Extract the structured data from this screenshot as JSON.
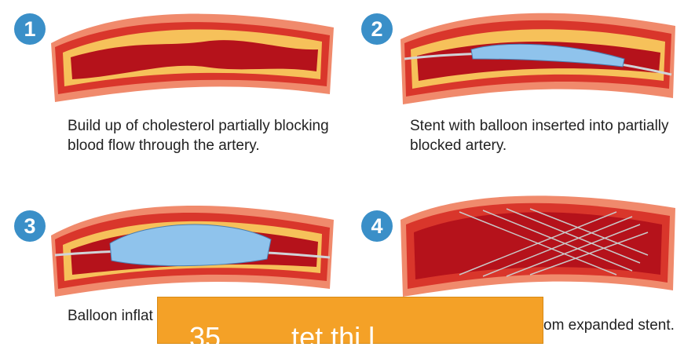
{
  "steps": [
    {
      "number": "1",
      "caption_line1": "Build up of cholesterol partially blocking",
      "caption_line2": "blood flow through the artery."
    },
    {
      "number": "2",
      "caption_line1": "Stent with balloon inserted into partially",
      "caption_line2": "blocked artery."
    },
    {
      "number": "3",
      "caption_line1": "Balloon inflat",
      "caption_line2": ""
    },
    {
      "number": "4",
      "caption_line1": "om expanded stent.",
      "caption_line2": ""
    }
  ],
  "overlay": {
    "text": "35 . . . . tet thi l . . ."
  },
  "colors": {
    "badge": "#3a8fc8",
    "artery_wall": "#d9362b",
    "artery_outer": "#f08a6c",
    "plaque": "#f6c15a",
    "lumen": "#b5121b",
    "balloon": "#8fc3ec",
    "overlay": "#f4a127"
  }
}
